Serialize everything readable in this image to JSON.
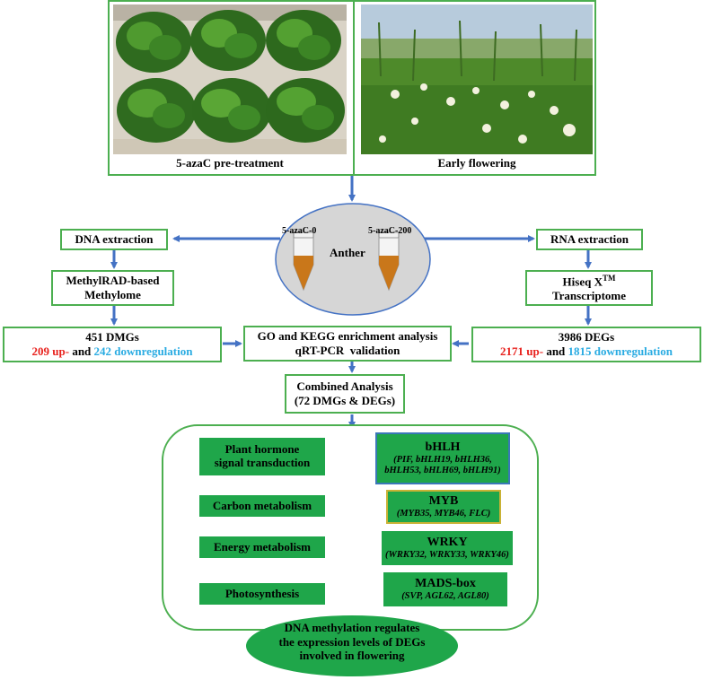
{
  "top_panel": {
    "left_caption": "5-azaC pre-treatment",
    "right_caption": "Early flowering"
  },
  "center_ellipse": {
    "label": "Anther",
    "tube_left_label": "5-azaC-0",
    "tube_right_label": "5-azaC-200"
  },
  "left_column": {
    "dna_extraction": "DNA extraction",
    "methylome_line1": "MethylRAD-based",
    "methylome_line2": "Methylome",
    "dmgs_title": "451 DMGs",
    "dmgs_up_num": "209 up-",
    "dmgs_and": " and ",
    "dmgs_down": "242 downregulation"
  },
  "right_column": {
    "rna_extraction": "RNA extraction",
    "hiseq_line1": "Hiseq X",
    "hiseq_sup": "TM",
    "hiseq_line2": "Transcriptome",
    "degs_title": "3986 DEGs",
    "degs_up_num": "2171 up-",
    "degs_and": " and ",
    "degs_down": "1815 downregulation"
  },
  "center_column": {
    "enrichment_line1": "GO and KEGG enrichment analysis",
    "enrichment_line2": "qRT-PCR  validation",
    "combined_line1": "Combined Analysis",
    "combined_line2": "(72 DMGs & DEGs)"
  },
  "pathways": [
    {
      "line1": "Plant hormone",
      "line2": "signal transduction"
    },
    {
      "line1": "Carbon metabolism",
      "line2": ""
    },
    {
      "line1": "Energy metabolism",
      "line2": ""
    },
    {
      "line1": "Photosynthesis",
      "line2": ""
    }
  ],
  "gene_families": [
    {
      "title": "bHLH",
      "genes1": "(PIF, bHLH19, bHLH36,",
      "genes2": "bHLH53, bHLH69, bHLH91)"
    },
    {
      "title": "MYB",
      "genes1": "(MYB35, MYB46, FLC)",
      "genes2": ""
    },
    {
      "title": "WRKY",
      "genes1": "(WRKY32, WRKY33, WRKY46)",
      "genes2": ""
    },
    {
      "title": "MADS-box",
      "genes1": "(SVP, AGL62, AGL80)",
      "genes2": ""
    }
  ],
  "conclusion": {
    "line1": "DNA methylation regulates",
    "line2": "the expression levels of DEGs",
    "line3": "involved in flowering"
  },
  "colors": {
    "box_border": "#4caf50",
    "arrow": "#4472c4",
    "green_fill": "#1fa64a",
    "up_red": "#e8211d",
    "down_blue": "#29abe2"
  }
}
